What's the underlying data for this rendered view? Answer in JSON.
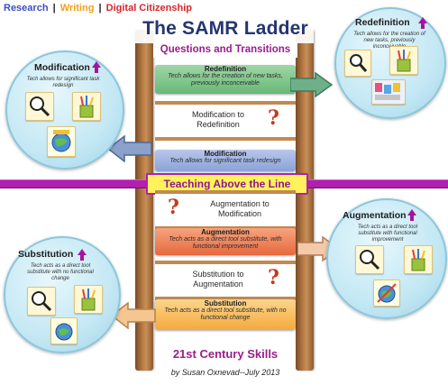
{
  "header": {
    "research": "Research",
    "writing": "Writing",
    "digital": "Digital Citizenship",
    "separator": "|"
  },
  "title": "The SAMR Ladder",
  "subtitle": "Questions and Transitions",
  "banner": "Teaching Above the Line",
  "footer": {
    "skills": "21st Century Skills",
    "credit": "by Susan Oxnevad--July 2013"
  },
  "rungs": {
    "redefinition": {
      "title": "Redefinition",
      "desc": "Tech allows for the creation of new tasks, previously inconceivable"
    },
    "modification": {
      "title": "Modification",
      "desc": "Tech allows for significant task redesign"
    },
    "augmentation": {
      "title": "Augmentation",
      "desc": "Tech acts as a direct tool substitute, with functional improvement"
    },
    "substitution": {
      "title": "Substitution",
      "desc": "Tech acts as a direct tool substitute, with no functional change"
    }
  },
  "transitions": {
    "mod_to_redef": "Modification to Redefinition",
    "aug_to_mod": "Augmentation to Modification",
    "sub_to_aug": "Substitution to Augmentation",
    "mark": "?"
  },
  "circles": {
    "redefinition": {
      "title": "Redefinition",
      "desc": "Tech allows for the creation of new tasks, previously inconceivable"
    },
    "modification": {
      "title": "Modification",
      "desc": "Tech allows for significant task redesign"
    },
    "augmentation": {
      "title": "Augmentation",
      "desc": "Tech acts as a direct tool substitute with functional improvement"
    },
    "substitution": {
      "title": "Substitution",
      "desc": "Tech acts as a direct tool substitute with no functional change"
    }
  },
  "colors": {
    "purple": "#b11fae",
    "navy": "#25356f",
    "banner_yellow": "#fff25a",
    "arrow_green": "#6fb08a",
    "arrow_blue": "#8aa1c9",
    "arrow_peach": "#f4c9a8",
    "arrow_orange": "#f5c690"
  },
  "icons": [
    "magnifier-search-icon",
    "pencil-cup-icon",
    "paint-palette-icon",
    "globe-icon",
    "upward-arrow-icon"
  ]
}
